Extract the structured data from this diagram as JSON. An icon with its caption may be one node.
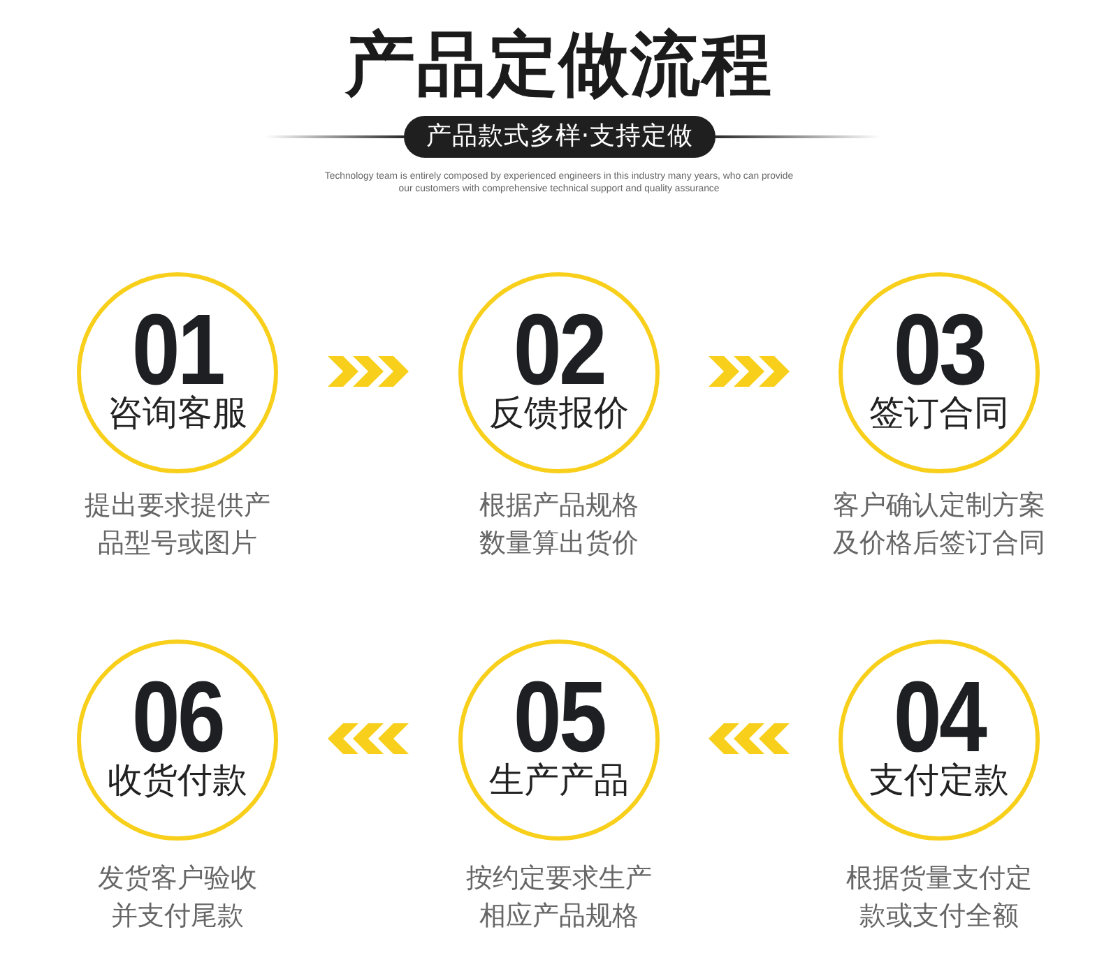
{
  "diagram": {
    "title": "产品定做流程",
    "nodes": [
      {
        "text": [
          "产品款式多样·支持定做"
        ]
      },
      {
        "text": [
          "01",
          "咨询客服"
        ],
        "beside": [
          "提出要求提供产品型号或图片"
        ]
      },
      {
        "text": [
          "02",
          "反馈报价"
        ],
        "beside": [
          "根据产品规格数量算出货价"
        ]
      },
      {
        "text": [
          "03",
          "签订合同"
        ],
        "beside": [
          "客户确认定制方案及价格后签订合同"
        ]
      },
      {
        "text": [
          "04",
          "支付定款"
        ],
        "beside": [
          "根据货量支付定款或支付全额"
        ]
      },
      {
        "text": [
          "05",
          "生产产品"
        ],
        "beside": [
          "按约定要求生产相应产品规格"
        ]
      },
      {
        "text": [
          "06",
          "收货付款"
        ],
        "beside": [
          "发货客户验收并支付尾款"
        ]
      }
    ],
    "edges": [
      {
        "from": 1,
        "to": 2,
        "arrow": "to"
      },
      {
        "from": 2,
        "to": 3,
        "arrow": "to"
      },
      {
        "from": 4,
        "to": 5,
        "arrow": "to"
      },
      {
        "from": 5,
        "to": 6,
        "arrow": "to"
      }
    ],
    "labels": [
      "Technology team is entirely composed by experienced engineers in this industry many years, who can provide our customers with comprehensive technical support and quality assurance"
    ]
  }
}
